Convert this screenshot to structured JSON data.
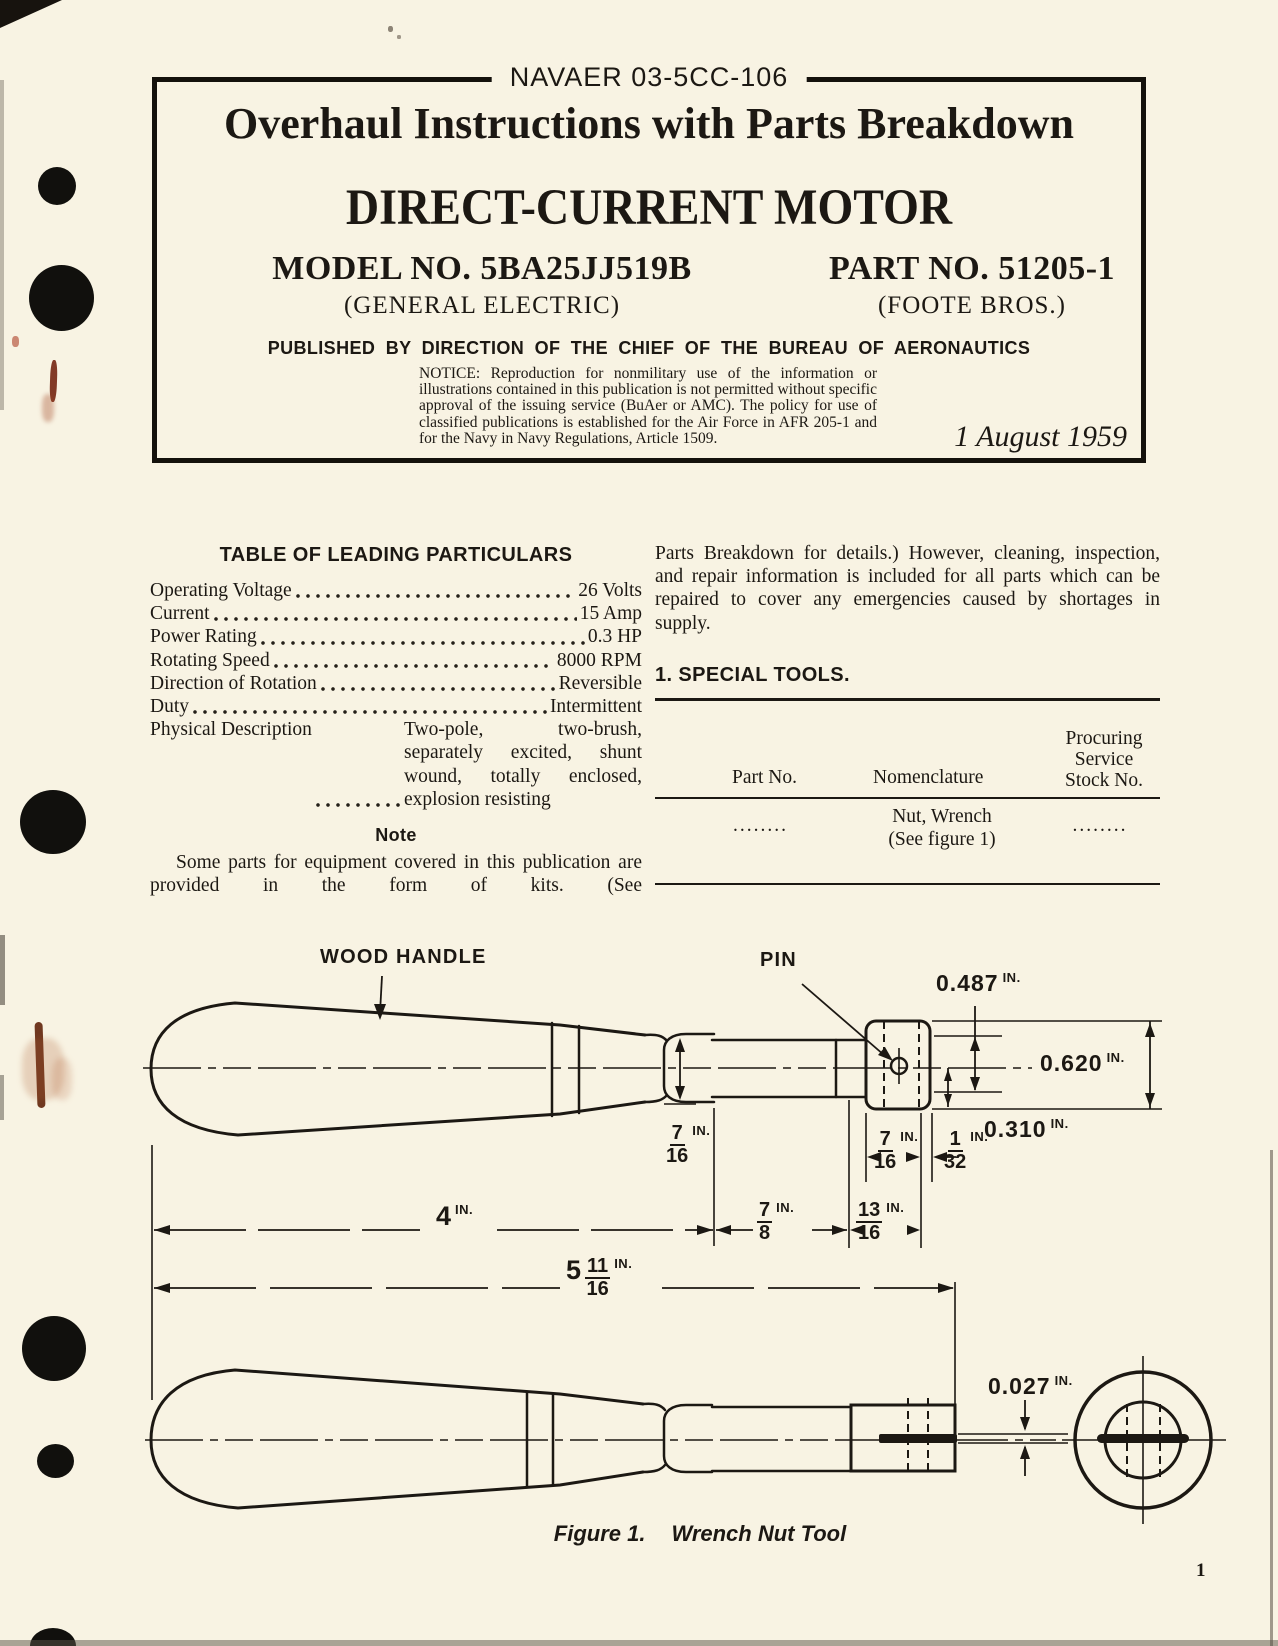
{
  "colors": {
    "paper": "#f8f3e3",
    "ink": "#1c1813"
  },
  "page": {
    "page_number": "1"
  },
  "header_box": {
    "doc_number": "NAVAER 03-5CC-106",
    "title": "Overhaul Instructions with Parts Breakdown",
    "subtitle": "DIRECT-CURRENT MOTOR",
    "model": {
      "label": "MODEL NO. 5BA25JJ519B",
      "sub": "(GENERAL ELECTRIC)"
    },
    "part": {
      "label": "PART NO. 51205-1",
      "sub": "(FOOTE BROS.)"
    },
    "published_line": "PUBLISHED BY DIRECTION OF THE CHIEF OF THE BUREAU OF AERONAUTICS",
    "notice": "NOTICE: Reproduction for nonmilitary use of the information or illustrations contained in this publication is not permitted without specific approval of the issuing service (BuAer or AMC). The policy for use of classified publications is established for the Air Force in AFR 205-1 and for the Navy in Navy Regulations, Article 1509.",
    "date": "1 August 1959"
  },
  "particulars": {
    "heading": "TABLE OF LEADING PARTICULARS",
    "rows": [
      {
        "label": "Operating Voltage",
        "value": "26 Volts"
      },
      {
        "label": "Current",
        "value": "15 Amp"
      },
      {
        "label": "Power Rating",
        "value": "0.3 HP"
      },
      {
        "label": "Rotating Speed",
        "value": "8000 RPM"
      },
      {
        "label": "Direction of Rotation",
        "value": "Reversible"
      },
      {
        "label": "Duty",
        "value": "Intermittent"
      },
      {
        "label": "Physical Description",
        "value": "Two-pole, two-brush, separately excited, shunt wound, totally enclosed, explosion resisting"
      }
    ],
    "note_heading": "Note",
    "note_text": "Some parts for equipment covered in this publication are provided in the form of kits. (See"
  },
  "right_column": {
    "intro_text": "Parts Breakdown for details.) However, cleaning, inspection, and repair information is included for all parts which can be repaired to cover any emergencies caused by shortages in supply.",
    "section_heading": "1. SPECIAL TOOLS.",
    "table": {
      "col_part": "Part No.",
      "col_nomen": "Nomenclature",
      "col_stock_lines": [
        "Procuring",
        "Service",
        "Stock No."
      ],
      "row": {
        "part_no": "........",
        "nomenclature": "Nut, Wrench",
        "nomenclature_note": "(See figure 1)",
        "stock_no": "........"
      }
    }
  },
  "figure": {
    "labels": {
      "wood_handle": "WOOD HANDLE",
      "pin": "PIN"
    },
    "dims": {
      "a487": {
        "v": "0.487",
        "u": "IN."
      },
      "a620": {
        "v": "0.620",
        "u": "IN."
      },
      "a310": {
        "v": "0.310",
        "u": "IN."
      },
      "a027": {
        "v": "0.027",
        "u": "IN."
      },
      "f716a": {
        "n": "7",
        "d": "16",
        "u": "IN."
      },
      "f716b": {
        "n": "7",
        "d": "16",
        "u": "IN."
      },
      "f132": {
        "n": "1",
        "d": "32",
        "u": "IN."
      },
      "w4": {
        "v": "4",
        "u": "IN."
      },
      "f78": {
        "n": "7",
        "d": "8",
        "u": "IN."
      },
      "f1316": {
        "n": "13",
        "d": "16",
        "u": "IN."
      },
      "w51116": {
        "w": "5",
        "n": "11",
        "d": "16",
        "u": "IN."
      }
    },
    "caption": {
      "label": "Figure 1.",
      "title": "Wrench Nut Tool"
    }
  }
}
